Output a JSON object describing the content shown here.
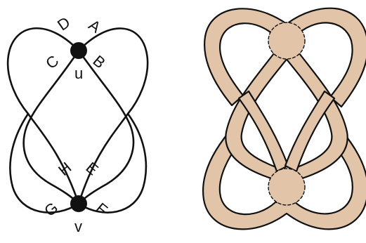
{
  "colors": {
    "line": "#111111",
    "band_fill": "#e2c4a8",
    "band_outline": "#111111",
    "background": "#ffffff"
  },
  "left_diagram": {
    "vertex_top": "u",
    "vertex_bottom": "v",
    "labels_top": [
      "D",
      "A",
      "C",
      "B"
    ],
    "labels_bottom": [
      "H",
      "E",
      "G",
      "F"
    ]
  },
  "right_diagram": {
    "disks": 2,
    "disk_edge_style": "dashed"
  }
}
